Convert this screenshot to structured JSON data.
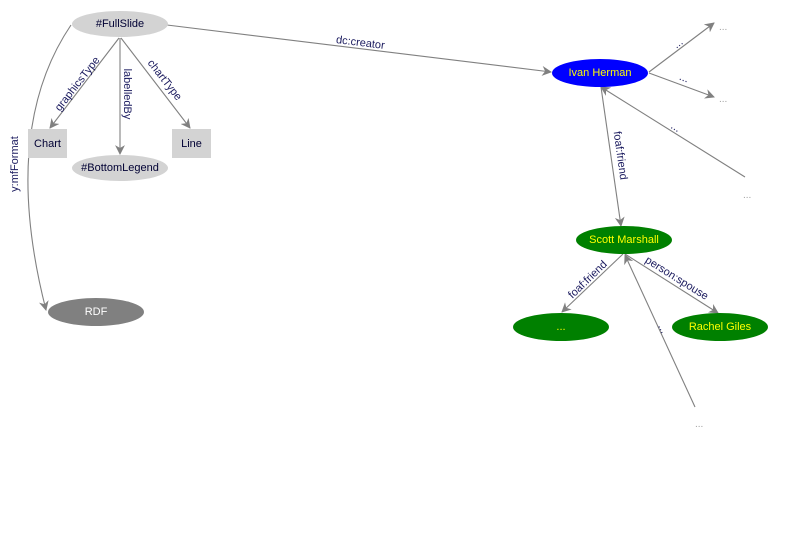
{
  "colors": {
    "literal_node": "#d3d3d3",
    "format_node": "#808080",
    "person_primary": "#0000ff",
    "person_secondary": "#008000",
    "person_text": "#ffff00",
    "edge": "#808080",
    "edge_label": "#1a1a5e"
  },
  "nodes": {
    "full_slide": "#FullSlide",
    "chart": "Chart",
    "bottom_legend": "#BottomLegend",
    "line": "Line",
    "rdf": "RDF",
    "ivan_herman": "Ivan Herman",
    "scott_marshall": "Scott Marshall",
    "friend_unknown": "...",
    "rachel_giles": "Rachel Giles",
    "placeholder_1": "...",
    "placeholder_2": "...",
    "placeholder_3": "...",
    "placeholder_4": "..."
  },
  "edges": {
    "dc_creator": "dc:creator",
    "graphics_type": "graphicsType",
    "labelled_by": "labelledBy",
    "chart_type": "chartType",
    "y_mf_format": "y:mfFormat",
    "ivan_out_1": "...",
    "ivan_out_2": "...",
    "ivan_in": "...",
    "ivan_foaf_friend": "foaf:friend",
    "scott_foaf_friend": "foaf:friend",
    "person_spouse": "person:spouse",
    "scott_in": "..."
  }
}
